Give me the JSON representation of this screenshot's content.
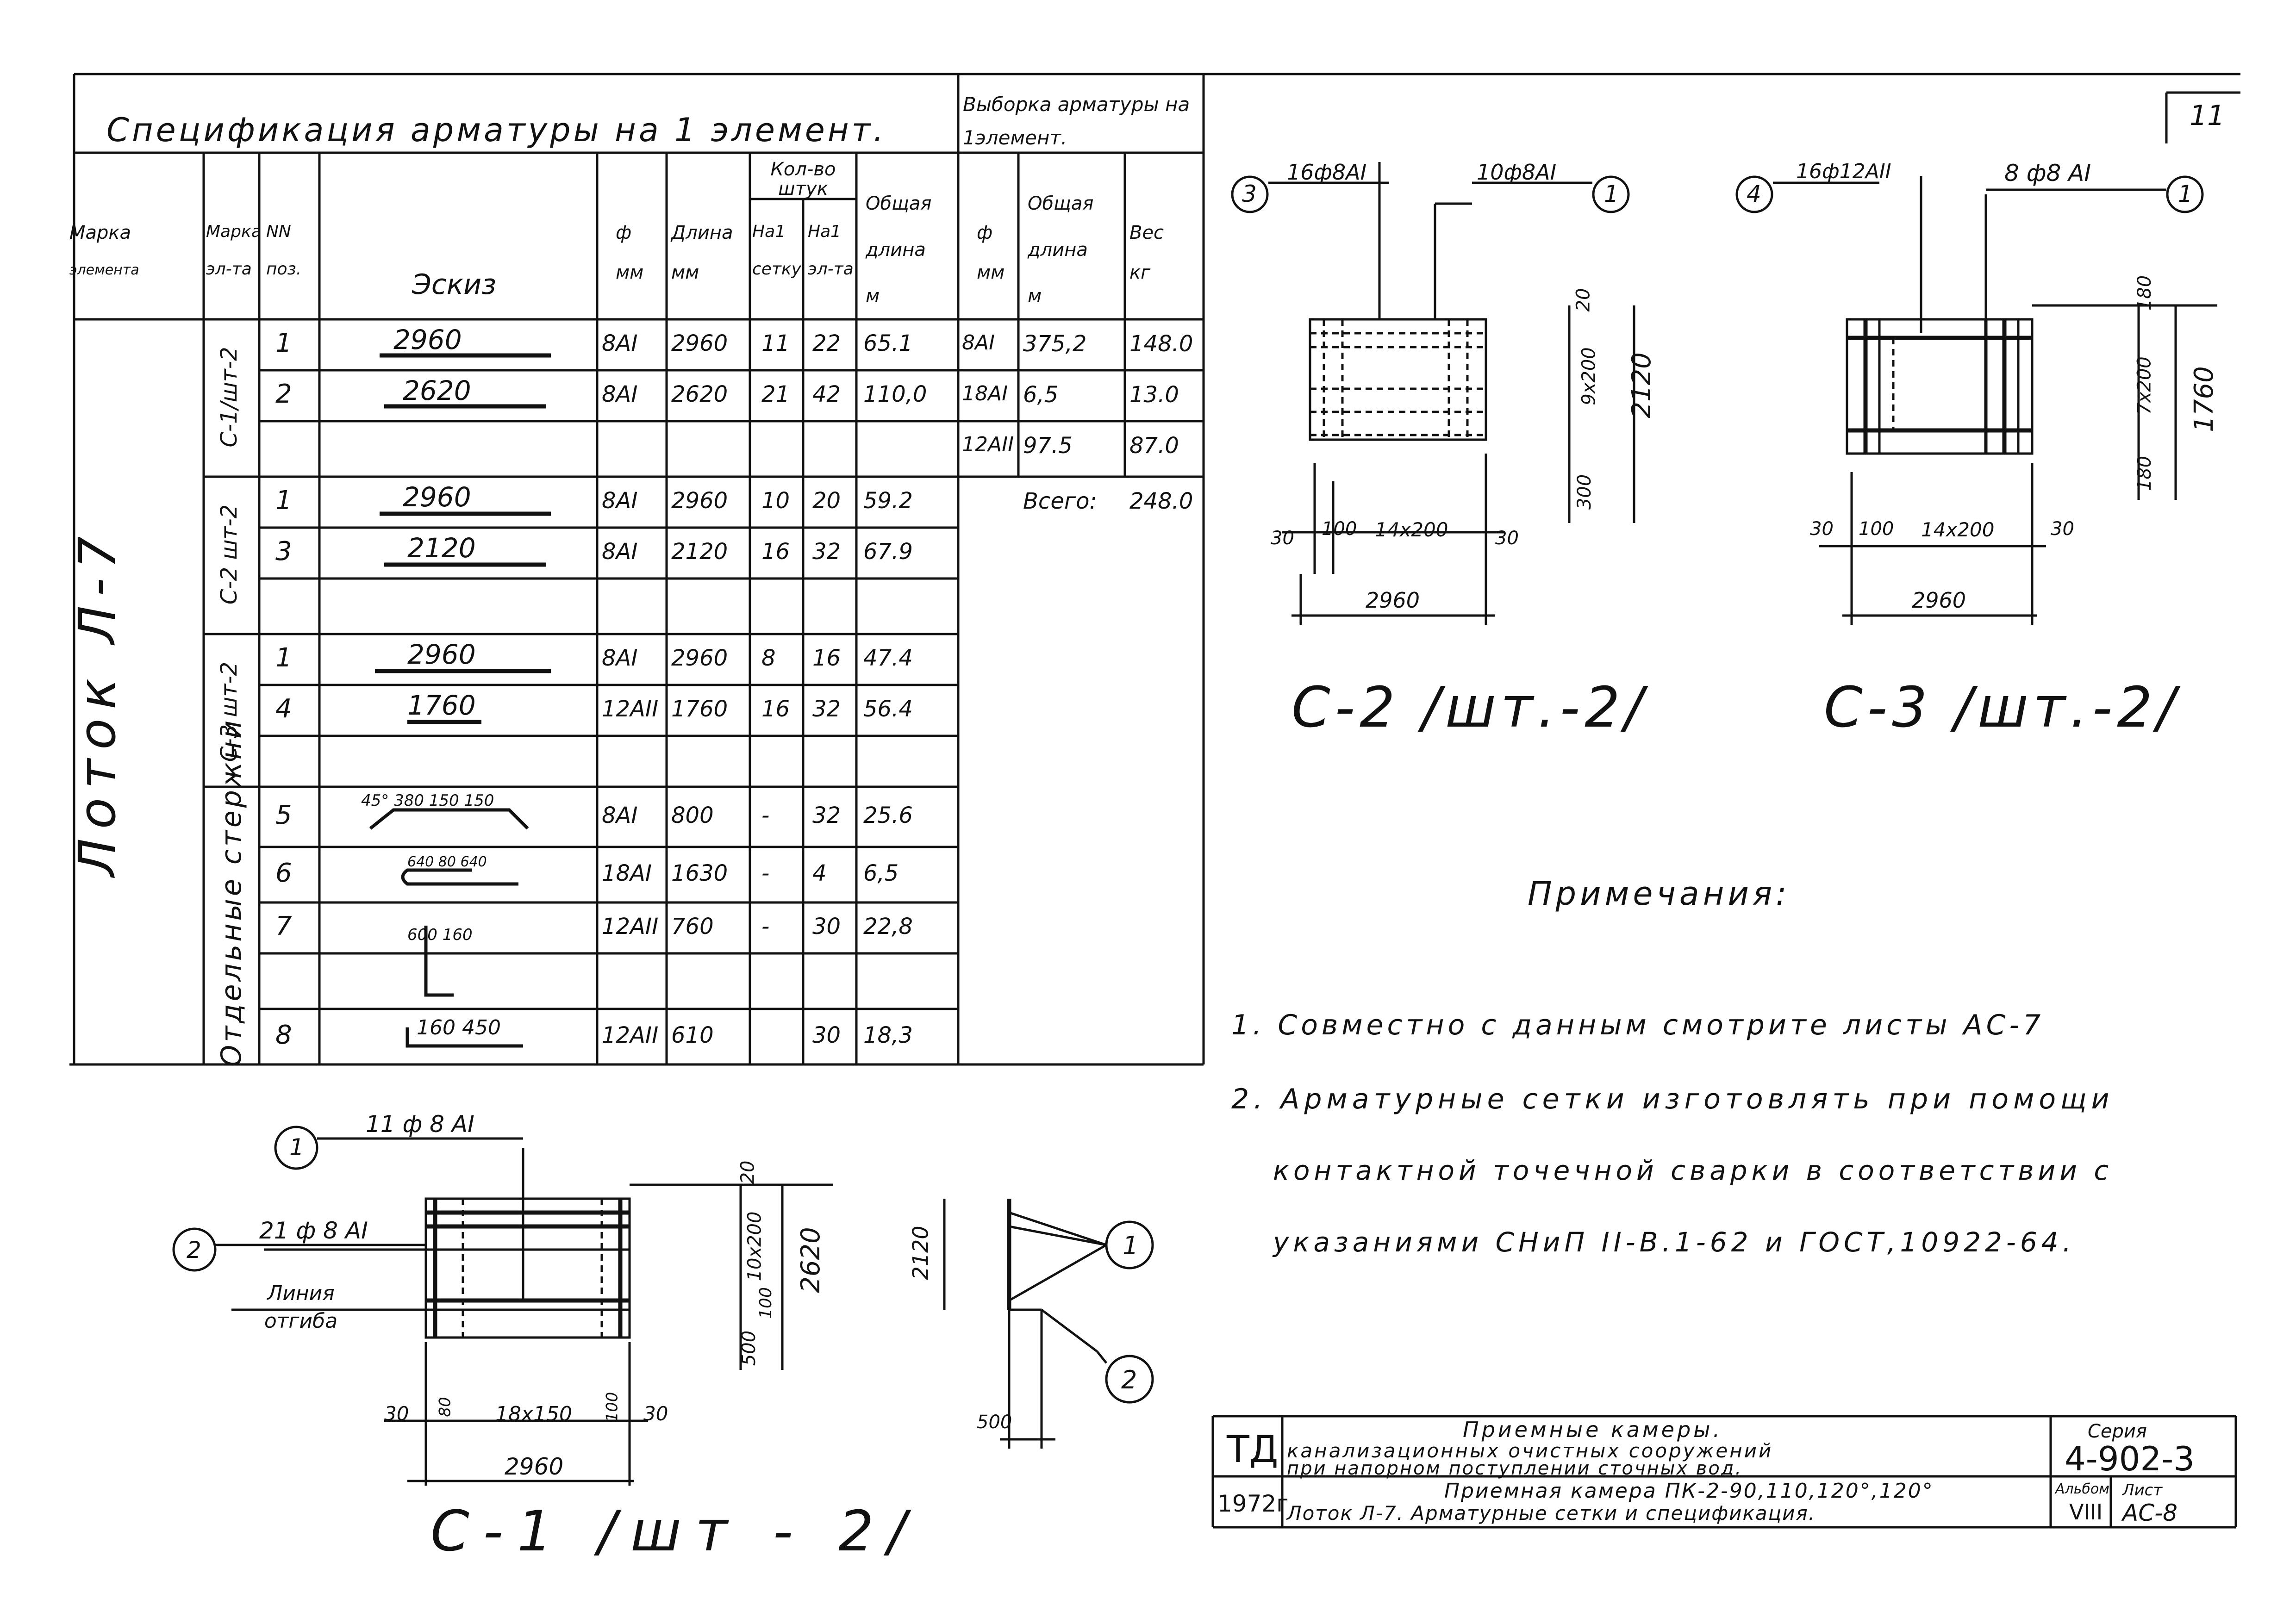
{
  "sheet_no": "11",
  "spec": {
    "title": "Спецификация арматуры на 1 элемент.",
    "sampling_title": "Выборка арматуры на 1элемент.",
    "headers": {
      "mark": [
        "Марка",
        "элемента"
      ],
      "mark_el": [
        "Марка",
        "эл-та"
      ],
      "pos": [
        "NN",
        "поз."
      ],
      "sketch": "Эскиз",
      "diam": [
        "ф",
        "мм"
      ],
      "length": [
        "Длина",
        "мм"
      ],
      "qty": "Кол-во штук",
      "qty_mesh": [
        "На1",
        "сетку"
      ],
      "qty_el": [
        "На1",
        "эл-та"
      ],
      "total": [
        "Общая",
        "длина",
        "м"
      ],
      "s_diam": [
        "ф",
        "мм"
      ],
      "s_total": [
        "Общая",
        "длина",
        "м"
      ],
      "s_weight": [
        "Вес",
        "кг"
      ]
    },
    "element": "Лоток Л-7",
    "groups": [
      {
        "label": "С-1/шт-2"
      },
      {
        "label": "С-2 шт-2"
      },
      {
        "label": "С-3 шт-2"
      },
      {
        "label": "Отдельные стержни"
      }
    ],
    "rows": [
      {
        "pos": "1",
        "sketch": "2960",
        "diam": "8AI",
        "len": "2960",
        "q1": "11",
        "q2": "22",
        "total": "65.1"
      },
      {
        "pos": "2",
        "sketch": "2620",
        "diam": "8AI",
        "len": "2620",
        "q1": "21",
        "q2": "42",
        "total": "110,0"
      },
      {
        "pos": "1",
        "sketch": "2960",
        "diam": "8AI",
        "len": "2960",
        "q1": "10",
        "q2": "20",
        "total": "59.2"
      },
      {
        "pos": "3",
        "sketch": "2120",
        "diam": "8AI",
        "len": "2120",
        "q1": "16",
        "q2": "32",
        "total": "67.9"
      },
      {
        "pos": "1",
        "sketch": "2960",
        "diam": "8AI",
        "len": "2960",
        "q1": "8",
        "q2": "16",
        "total": "47.4"
      },
      {
        "pos": "4",
        "sketch": "1760",
        "diam": "12AII",
        "len": "1760",
        "q1": "16",
        "q2": "32",
        "total": "56.4"
      },
      {
        "pos": "5",
        "sketch": "45° 380 150 150",
        "diam": "8AI",
        "len": "800",
        "q1": "-",
        "q2": "32",
        "total": "25.6"
      },
      {
        "pos": "6",
        "sketch": "640 80 640",
        "diam": "18AI",
        "len": "1630",
        "q1": "-",
        "q2": "4",
        "total": "6,5"
      },
      {
        "pos": "7",
        "sketch": "600 160",
        "diam": "12AII",
        "len": "760",
        "q1": "-",
        "q2": "30",
        "total": "22,8"
      },
      {
        "pos": "8",
        "sketch": "160 450",
        "diam": "12AII",
        "len": "610",
        "q1": "",
        "q2": "30",
        "total": "18,3"
      }
    ],
    "sampling": [
      {
        "diam": "8AI",
        "total": "375,2",
        "weight": "148.0"
      },
      {
        "diam": "18AI",
        "total": "6,5",
        "weight": "13.0"
      },
      {
        "diam": "12AII",
        "total": "97.5",
        "weight": "87.0"
      },
      {
        "diam": "",
        "total": "Всего:",
        "weight": "248.0"
      }
    ]
  },
  "c2": {
    "callout3": "3",
    "bars3": "16ф8AI",
    "bars1": "10ф8AI",
    "callout1": "1",
    "dim_top": "20",
    "dim_mid": "9x200",
    "dim_total": "2120",
    "dim_bot": "300",
    "dim_l": "30",
    "dim_100": "100",
    "dim_grid": "14x200",
    "dim_r": "30",
    "dim_w": "2960",
    "title": "С-2 /шт.-2/"
  },
  "c3": {
    "callout4": "4",
    "bars4": "16ф12AII",
    "bars1": "8 ф8 AI",
    "callout1": "1",
    "dim_top": "180",
    "dim_mid": "7x200",
    "dim_total": "1760",
    "dim_bot": "180",
    "dim_l": "30",
    "dim_100": "100",
    "dim_grid": "14x200",
    "dim_r": "30",
    "dim_w": "2960",
    "title": "С-3 /шт.-2/"
  },
  "c1": {
    "callout1": "1",
    "bars1": "11 ф 8 AI",
    "callout2": "2",
    "bars2": "21 ф 8 AI",
    "bend": "Линия отгиба",
    "dim_top": "20",
    "dim_mid": "10x200",
    "dim_100": "100",
    "dim_total": "2620",
    "dim_bot": "500",
    "dim_l": "30",
    "dim_lb": "80",
    "dim_grid": "18x150",
    "dim_rb": "100",
    "dim_r": "30",
    "dim_w": "2960",
    "title": "С-1 /шт - 2/",
    "side_h": "2120",
    "side_b": "500",
    "side_c1": "1",
    "side_c2": "2"
  },
  "notes": {
    "title": "Примечания:",
    "n1": "1. Совместно с данным смотрите листы АС-7",
    "n2a": "2. Арматурные сетки изготовлять при помощи",
    "n2b": "контактной точечной сварки в соответствии с",
    "n2c": "указаниями СНиП II-В.1-62 и ГОСТ,10922-64."
  },
  "stamp": {
    "org": "ТД",
    "year": "1972г",
    "t1": "Приемные камеры.",
    "t2": "канализационных очистных сооружений",
    "t3": "при напорном поступлении сточных вод.",
    "t4": "Приемная камера ПК-2-90,110,120°,120°",
    "t5": "Лоток Л-7. Арматурные сетки и спецификация.",
    "series_label": "Серия",
    "series": "4-902-3",
    "album_label": "Альбом",
    "album": "VIII",
    "sheet_label": "Лист",
    "sheet": "АС-8"
  }
}
